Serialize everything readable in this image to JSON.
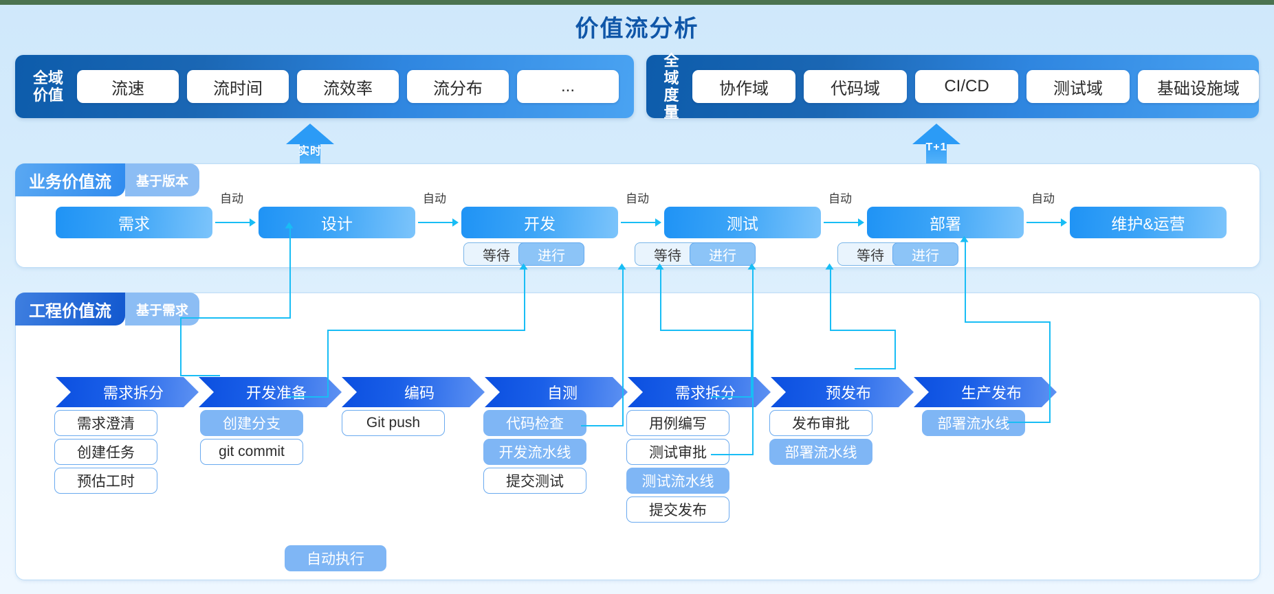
{
  "page": {
    "title": "价值流分析",
    "top_strip_color": "#4b7350",
    "accent": "#0f56a8",
    "connector_color": "#18bdf5"
  },
  "top_panels": [
    {
      "label": "全域\n价值",
      "chips": [
        "流速",
        "流时间",
        "流效率",
        "流分布",
        "..."
      ]
    },
    {
      "label": "全域\n度量",
      "chips": [
        "协作域",
        "代码域",
        "CI/CD",
        "测试域",
        "基础设施域"
      ]
    }
  ],
  "feed_arrows": [
    {
      "label": "实时"
    },
    {
      "label": "T+1"
    }
  ],
  "business_stream": {
    "tag_main": "业务价值流",
    "tag_sub": "基于版本",
    "transition_label": "自动",
    "stages": [
      {
        "name": "需求",
        "states": []
      },
      {
        "name": "设计",
        "states": []
      },
      {
        "name": "开发",
        "states": [
          "等待",
          "进行"
        ]
      },
      {
        "name": "测试",
        "states": [
          "等待",
          "进行"
        ]
      },
      {
        "name": "部署",
        "states": [
          "等待",
          "进行"
        ]
      },
      {
        "name": "维护&运营",
        "states": []
      }
    ]
  },
  "engineering_stream": {
    "tag_main": "工程价值流",
    "tag_sub": "基于需求",
    "phases": [
      {
        "name": "需求拆分",
        "items": [
          {
            "label": "需求澄清",
            "auto": false
          },
          {
            "label": "创建任务",
            "auto": false
          },
          {
            "label": "预估工时",
            "auto": false
          }
        ]
      },
      {
        "name": "开发准备",
        "items": [
          {
            "label": "创建分支",
            "auto": true
          },
          {
            "label": "git commit",
            "auto": false
          }
        ]
      },
      {
        "name": "编码",
        "items": [
          {
            "label": "Git push",
            "auto": false
          }
        ]
      },
      {
        "name": "自测",
        "items": [
          {
            "label": "代码检查",
            "auto": true
          },
          {
            "label": "开发流水线",
            "auto": true
          },
          {
            "label": "提交测试",
            "auto": false
          }
        ]
      },
      {
        "name": "需求拆分",
        "items": [
          {
            "label": "用例编写",
            "auto": false
          },
          {
            "label": "测试审批",
            "auto": false
          },
          {
            "label": "测试流水线",
            "auto": true
          },
          {
            "label": "提交发布",
            "auto": false
          }
        ]
      },
      {
        "name": "预发布",
        "items": [
          {
            "label": "发布审批",
            "auto": false
          },
          {
            "label": "部署流水线",
            "auto": true
          }
        ]
      },
      {
        "name": "生产发布",
        "items": [
          {
            "label": "部署流水线",
            "auto": true
          }
        ]
      }
    ]
  },
  "legend": {
    "label": "自动执行"
  }
}
